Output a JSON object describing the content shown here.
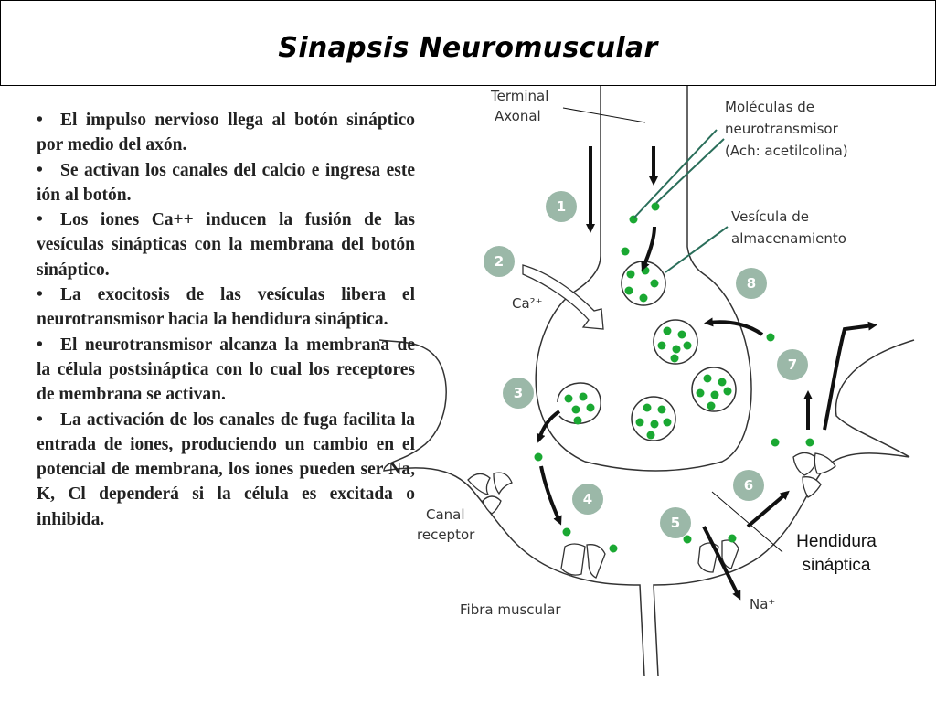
{
  "slide": {
    "title": "Sinapsis  Neuromuscular",
    "bullets": [
      {
        "mark": "•",
        "text": "El impulso nervioso llega al botón sináptico por medio del axón."
      },
      {
        "mark": "•",
        "text": "Se activan los canales del calcio e ingresa este ión al botón."
      },
      {
        "mark": "•",
        "text": "Los iones Ca++ inducen la fusión de las vesículas sinápticas con la membrana del botón sináptico."
      },
      {
        "mark": "•",
        "text": "La exocitosis de las vesículas libera el neurotransmisor hacia la hendidura sináptica."
      },
      {
        "mark": "•",
        "text": "El neurotransmisor alcanza la membrana de la célula postsináptica con lo cual los receptores de membrana se activan."
      },
      {
        "mark": "•",
        "text": "La activación de los canales de fuga facilita la entrada de iones,  produciendo un cambio en el potencial de membrana, los iones pueden ser Na, K, Cl dependerá si la célula es excitada o inhibida."
      }
    ]
  },
  "diagram": {
    "labels": {
      "terminal_line1": "Terminal",
      "terminal_line2": "Axonal",
      "molecules_line1": "Moléculas de",
      "molecules_line2": "neurotransmisor",
      "molecules_line3": "(Ach: acetilcolina)",
      "vesicle_line1": "Vesícula de",
      "vesicle_line2": "almacenamiento",
      "calcium": "Ca²⁺",
      "channel_line1": "Canal",
      "channel_line2": "receptor",
      "muscle_fiber": "Fibra muscular",
      "sodium": "Na⁺",
      "cleft_line1": "Hendidura",
      "cleft_line2": "sináptica"
    },
    "steps": [
      "1",
      "2",
      "3",
      "4",
      "5",
      "6",
      "7",
      "8"
    ],
    "colors": {
      "step_circle": "#9bb8a8",
      "neurotransmitter": "#1aa832",
      "pointer_line": "#2a6e5a",
      "outline": "#333333"
    }
  }
}
